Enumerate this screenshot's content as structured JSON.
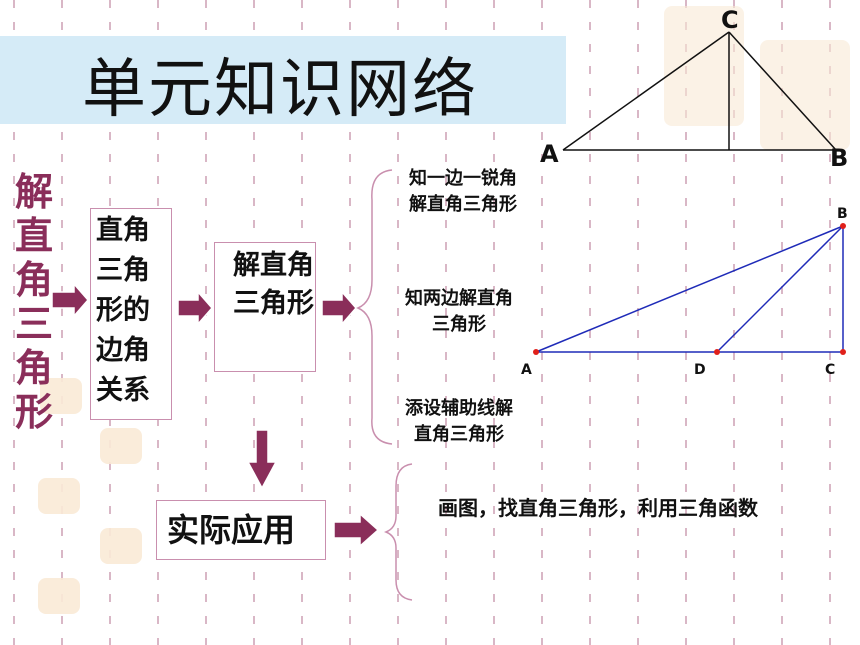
{
  "title": "单元知识网络",
  "vertical_title": "解直角三角形",
  "box1": "直角三角形的边角关系",
  "box2": "解直角三角形",
  "box3": "实际应用",
  "branches": [
    "知一边一锐角解直角三角形",
    "知两边解直角三角形",
    "添设辅助线解直角三角形"
  ],
  "branches_lines": [
    [
      "知一边一锐角",
      "解直角三角形"
    ],
    [
      "知两边解直角",
      "三角形"
    ],
    [
      "添设辅助线解",
      "直角三角形"
    ]
  ],
  "application_text": "画图，找直角三角形，利用三角函数",
  "figure1": {
    "labels": {
      "A": "A",
      "B": "B",
      "C": "C"
    }
  },
  "figure2": {
    "labels": {
      "A": "A",
      "B": "B",
      "C": "C",
      "D": "D"
    }
  },
  "colors": {
    "title_band": "#d5ebf7",
    "accent": "#8a2e5a",
    "arrow": "#8a2e5a",
    "figure_line": "#1f2bb8",
    "point": "#e0201a"
  }
}
